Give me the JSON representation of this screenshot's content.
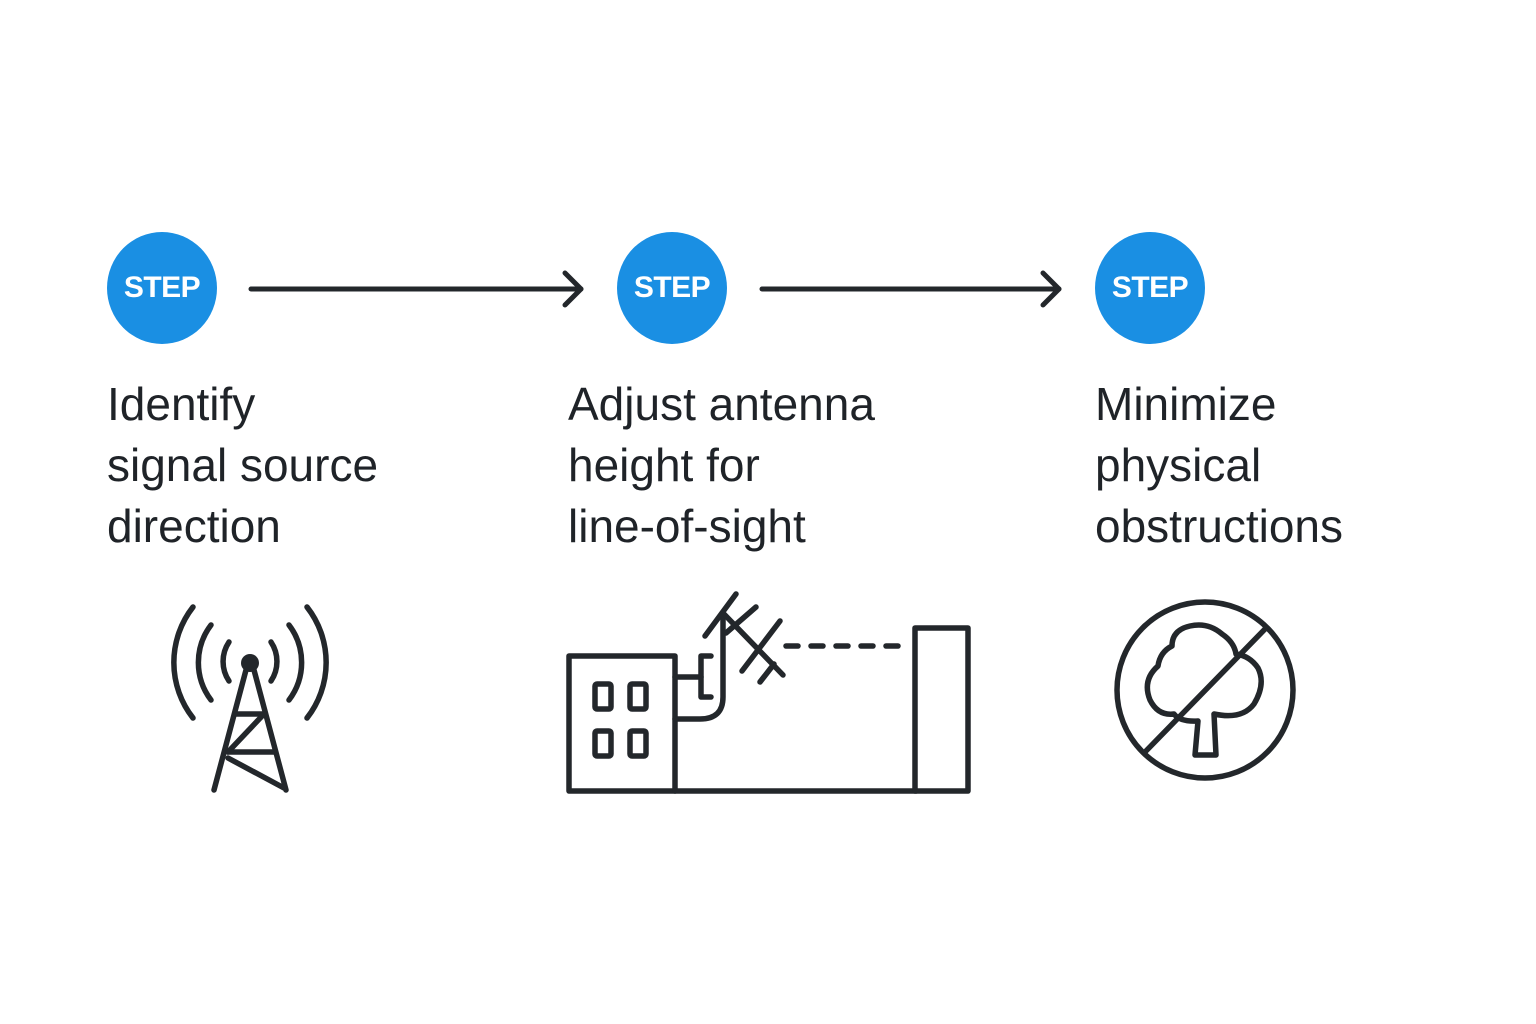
{
  "diagram": {
    "type": "process-flow",
    "accent_color": "#1a8fe3",
    "text_color": "#1f2328",
    "steps": [
      {
        "badge": "STEP",
        "lines": [
          "Identify",
          "signal source",
          "direction"
        ],
        "icon": "cell-tower-signal-icon"
      },
      {
        "badge": "STEP",
        "lines": [
          "Adjust antenna",
          "height for",
          "line-of-sight"
        ],
        "icon": "building-antenna-line-of-sight-icon"
      },
      {
        "badge": "STEP",
        "lines": [
          "Minimize",
          "physical",
          "obstructions"
        ],
        "icon": "no-tree-obstruction-icon"
      }
    ],
    "connectors": [
      {
        "from": 1,
        "to": 2,
        "icon": "arrow-right-icon"
      },
      {
        "from": 2,
        "to": 3,
        "icon": "arrow-right-icon"
      }
    ]
  }
}
